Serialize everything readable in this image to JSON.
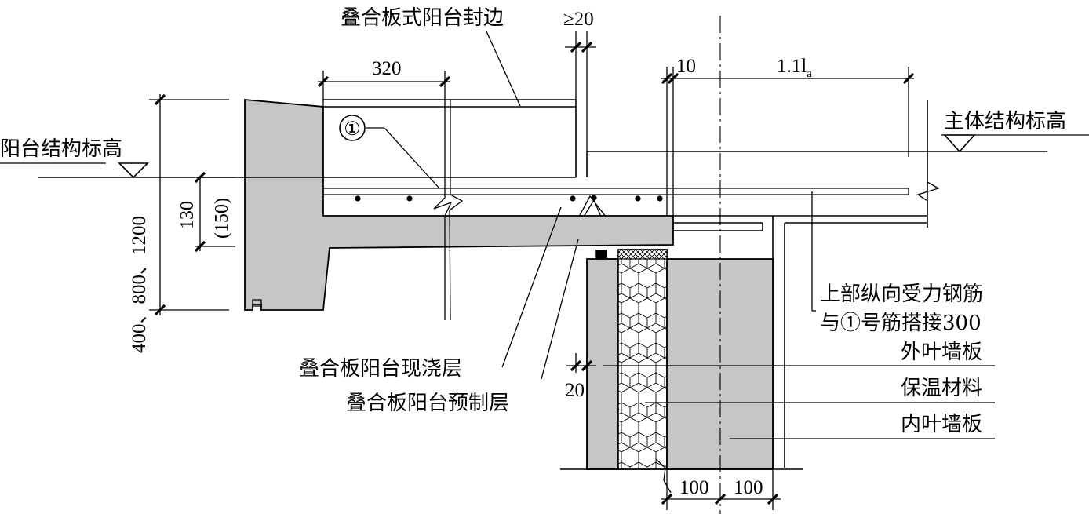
{
  "labels": {
    "title_edge": "叠合板式阳台封边",
    "balcony_elevation": "阳台结构标高",
    "main_elevation": "主体结构标高",
    "upper_rebar_line1": "上部纵向受力钢筋",
    "upper_rebar_line2": "与①号筋搭接300",
    "outer_leaf": "外叶墙板",
    "insulation": "保温材料",
    "inner_leaf": "内叶墙板",
    "cast_layer": "叠合板阳台现浇层",
    "precast_layer": "叠合板阳台预制层",
    "rebar_mark": "①"
  },
  "dimensions": {
    "d320": "320",
    "d_ge20": "≥20",
    "d10": "10",
    "d_lap": "1.1l",
    "d_lap_sub": "a",
    "d130": "130",
    "d150": "(150)",
    "d_height": "400、800、1200",
    "d20": "20",
    "d100a": "100",
    "d100b": "100"
  },
  "colors": {
    "concrete": "#c6c6c6",
    "line": "#000000"
  }
}
